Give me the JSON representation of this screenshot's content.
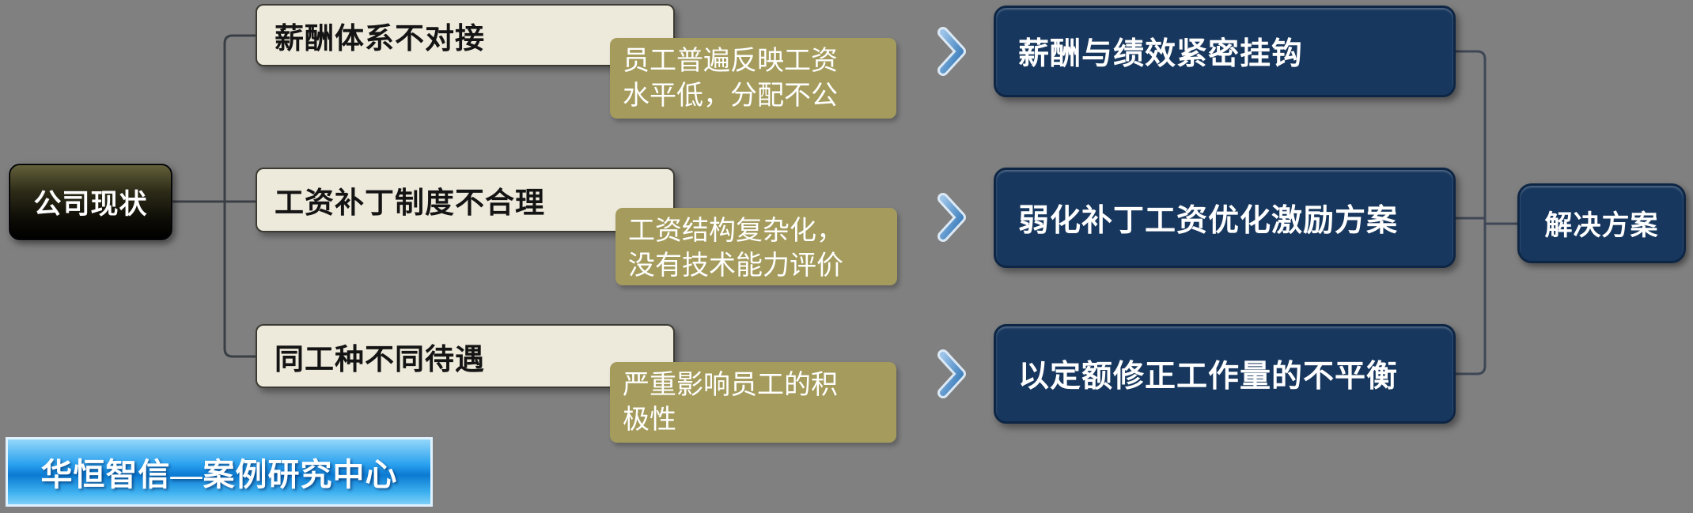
{
  "root_node": {
    "label": "公司现状"
  },
  "problems": [
    {
      "title": "薪酬体系不对接",
      "note": "员工普遍反映工资水平低，分配不公",
      "note_lines": [
        "员工普遍反映工资",
        "水平低，分配不公"
      ]
    },
    {
      "title": "工资补丁制度不合理",
      "note": "工资结构复杂化，没有技术能力评价",
      "note_lines": [
        "工资结构复杂化，",
        "没有技术能力评价"
      ]
    },
    {
      "title": "同工种不同待遇",
      "note": "严重影响员工的积极性",
      "note_lines": [
        "严重影响员工的积",
        "极性"
      ]
    }
  ],
  "solutions": [
    "薪酬与绩效紧密挂钩",
    "弱化补丁工资优化激励方案",
    "以定额修正工作量的不平衡"
  ],
  "solution_node": {
    "label": "解决方案"
  },
  "footer": {
    "brand": "华恒智信—案例研究中心"
  },
  "icons": {
    "arrow": "chevron-right"
  },
  "colors": {
    "background": "#808080",
    "problem_box": "#EDE9DB",
    "note_box": "#A49B5C",
    "solution_box": "#17375E",
    "root_node": "#1c1c10",
    "arrow_blue": "#2E74B5",
    "brand_blue": "#2BA2EF",
    "connector": "#3F4756"
  }
}
